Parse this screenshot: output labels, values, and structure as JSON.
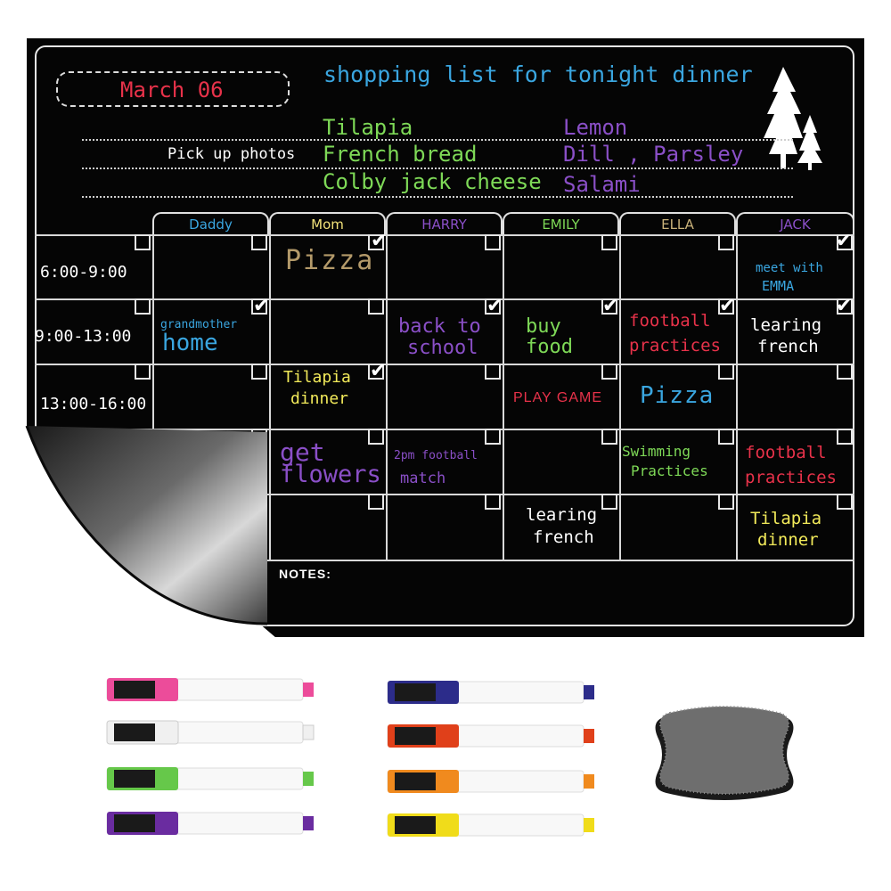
{
  "board": {
    "date": "March 06",
    "shopping_title": "shopping list for tonight dinner",
    "items_left": [
      "Tilapia",
      "French bread",
      "Colby jack cheese"
    ],
    "items_right": [
      "Lemon",
      "Dill , Parsley",
      "Salami"
    ],
    "note_pickup": "Pick up photos",
    "notes_label": "NOTES:"
  },
  "columns": [
    "Daddy",
    "Mom",
    "HARRY",
    "EMILY",
    "ELLA",
    "JACK"
  ],
  "times": [
    "6:00-9:00",
    "9:00-13:00",
    "13:00-16:00"
  ],
  "entries": {
    "mom_r1": "Pizza",
    "jack_r1_l1": "meet with",
    "jack_r1_l2": "EMMA",
    "daddy_r2_l1": "grandmother",
    "daddy_r2_l2": "home",
    "harry_r2_l1": "back to",
    "harry_r2_l2": "school",
    "emily_r2_l1": "buy",
    "emily_r2_l2": "food",
    "ella_r2_l1": "football",
    "ella_r2_l2": "practices",
    "jack_r2_l1": "learing",
    "jack_r2_l2": "french",
    "mom_r3_l1": "Tilapia",
    "mom_r3_l2": "dinner",
    "emily_r3": "PLAY GAME",
    "ella_r3": "Pizza",
    "mom_r4_l1": "get",
    "mom_r4_l2": "flowers",
    "harry_r4_l1": "2pm football",
    "harry_r4_l2": "match",
    "ella_r4_l1": "Swimming",
    "ella_r4_l2": "Practices",
    "jack_r4_l1": "football",
    "jack_r4_l2": "practices",
    "emily_r5_l1": "learing",
    "emily_r5_l2": "french",
    "jack_r5_l1": "Tilapia",
    "jack_r5_l2": "dinner"
  },
  "colors": {
    "red": "#e8324a",
    "blue": "#3aa6e0",
    "green": "#7ed957",
    "purple": "#8a4fc7",
    "tan": "#b49a6a",
    "yellow": "#f2ea5a",
    "white": "#ffffff",
    "ella_header": "#c9b27a",
    "mom_header": "#f2e27a"
  },
  "markers": [
    "pink",
    "white",
    "green",
    "purple",
    "blue",
    "red",
    "orange",
    "yellow"
  ],
  "icons": [
    "pine-tree-icon",
    "check-icon",
    "eraser-icon",
    "marker-icon"
  ]
}
